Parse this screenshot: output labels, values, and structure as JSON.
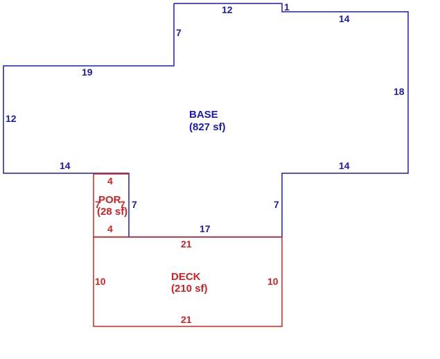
{
  "colors": {
    "base": "#1a1ab8",
    "porch": "#d62020",
    "deck": "#d62020"
  },
  "areas": {
    "base": {
      "name": "BASE",
      "area": "(827 sf)"
    },
    "porch": {
      "name": "POR",
      "area": "(28 sf)"
    },
    "deck": {
      "name": "DECK",
      "area": "(210 sf)"
    }
  },
  "dimensions": {
    "base_top_left": "12",
    "base_step": "1",
    "base_top_right": "14",
    "base_notch_side": "7",
    "base_left_top": "19",
    "base_right": "18",
    "base_left": "12",
    "base_bottom_left": "14",
    "base_bottom_right": "14",
    "base_right_inner": "7",
    "base_bottom_center": "17",
    "base_porch_side": "7",
    "porch_top": "4",
    "porch_left": "7",
    "porch_right": "7",
    "porch_bottom": "4",
    "deck_top": "21",
    "deck_left": "10",
    "deck_right": "10",
    "deck_bottom": "21"
  }
}
